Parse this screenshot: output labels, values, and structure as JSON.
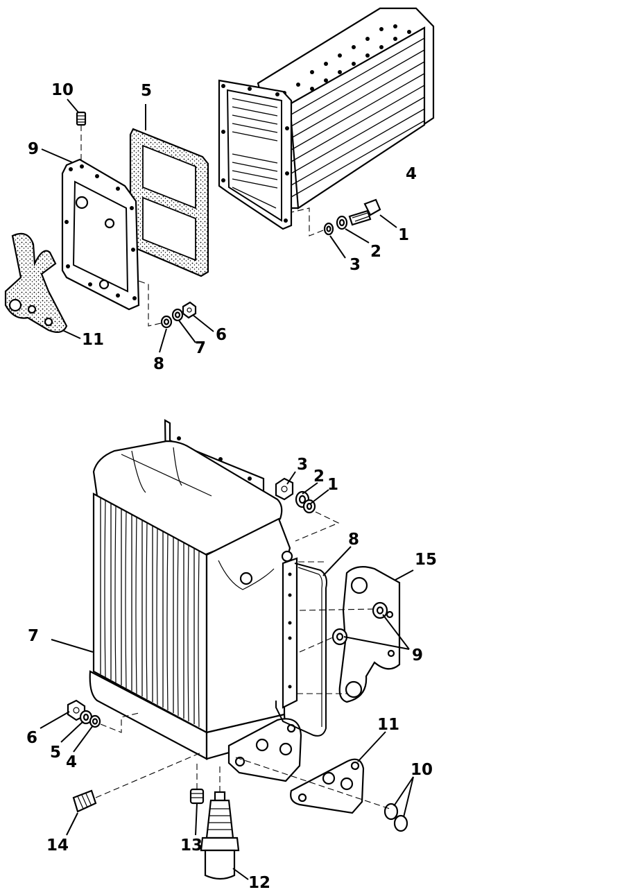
{
  "diagram": {
    "upper_assembly": {
      "callouts": [
        "1",
        "2",
        "3",
        "4",
        "5",
        "6",
        "7",
        "8",
        "9",
        "10",
        "11"
      ]
    },
    "lower_assembly": {
      "callouts": [
        "1",
        "2",
        "3",
        "4",
        "5",
        "6",
        "7",
        "8",
        "9",
        "10",
        "11",
        "12",
        "13",
        "14",
        "15"
      ]
    }
  }
}
